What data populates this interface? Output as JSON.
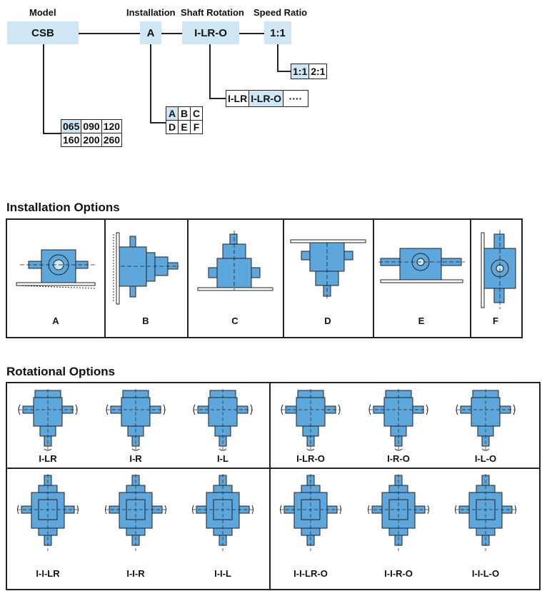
{
  "code_header": {
    "model": "Model",
    "installation": "Installation",
    "shaft_rotation": "Shaft Rotation",
    "speed_ratio": "Speed Ratio"
  },
  "code_values": {
    "model": "CSB",
    "installation": "A",
    "shaft_rotation": "I-LR-O",
    "speed_ratio": "1:1"
  },
  "model_options": [
    [
      "065",
      "090",
      "120"
    ],
    [
      "160",
      "200",
      "260"
    ]
  ],
  "installation_letters": [
    [
      "A",
      "B",
      "C"
    ],
    [
      "D",
      "E",
      "F"
    ]
  ],
  "rotation_options": {
    "a": "I-LR",
    "b": "I-LR-O",
    "more": "····"
  },
  "ratio_options": {
    "a": "1:1",
    "b": "2:1"
  },
  "installation_section": {
    "title": "Installation Options",
    "labels": [
      "A",
      "B",
      "C",
      "D",
      "E",
      "F"
    ]
  },
  "rotational_section": {
    "title": "Rotational Options",
    "top_left": [
      "I-LR",
      "I-R",
      "I-L"
    ],
    "top_right": [
      "I-LR-O",
      "I-R-O",
      "I-L-O"
    ],
    "bottom_left": [
      "I-I-LR",
      "I-I-R",
      "I-I-L"
    ],
    "bottom_right": [
      "I-I-LR-O",
      "I-I-R-O",
      "I-I-L-O"
    ]
  },
  "colors": {
    "gear_fill": "#5ea7dc",
    "highlight": "#cfe6f5",
    "stroke": "#222"
  }
}
